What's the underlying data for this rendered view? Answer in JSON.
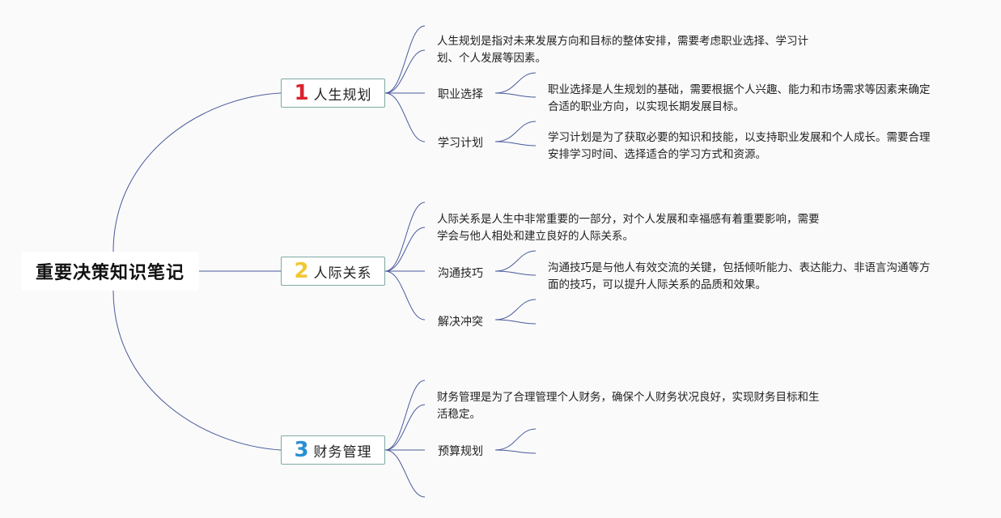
{
  "root": {
    "title": "重要决策知识笔记"
  },
  "branches": [
    {
      "number": "1",
      "number_color": "#d9232d",
      "label": "人生规划",
      "summary_lines": [
        "人生规划是指对未来发展方向和目标的整体安排，需要考虑职业选择、学习计",
        "划、个人发展等因素。"
      ],
      "children": [
        {
          "label": "职业选择",
          "detail_lines": [
            "职业选择是人生规划的基础，需要根据个人兴趣、能力和市场需求等因素来确定",
            "合适的职业方向，以实现长期发展目标。"
          ]
        },
        {
          "label": "学习计划",
          "detail_lines": [
            "学习计划是为了获取必要的知识和技能，以支持职业发展和个人成长。需要合理",
            "安排学习时间、选择适合的学习方式和资源。"
          ]
        }
      ]
    },
    {
      "number": "2",
      "number_color": "#f2c731",
      "label": "人际关系",
      "summary_lines": [
        "人际关系是人生中非常重要的一部分，对个人发展和幸福感有着重要影响，需要",
        "学会与他人相处和建立良好的人际关系。"
      ],
      "children": [
        {
          "label": "沟通技巧",
          "detail_lines": [
            "沟通技巧是与他人有效交流的关键，包括倾听能力、表达能力、非语言沟通等方",
            "面的技巧，可以提升人际关系的品质和效果。"
          ]
        },
        {
          "label": "解决冲突",
          "detail_lines": []
        }
      ]
    },
    {
      "number": "3",
      "number_color": "#2a8fd4",
      "label": "财务管理",
      "summary_lines": [
        "财务管理是为了合理管理个人财务，确保个人财务状况良好，实现财务目标和生",
        "活稳定。"
      ],
      "children": [
        {
          "label": "预算规划",
          "detail_lines": []
        }
      ]
    }
  ],
  "colors": {
    "link": "#4a5a9c",
    "branch_border": "#7fa9a3"
  }
}
